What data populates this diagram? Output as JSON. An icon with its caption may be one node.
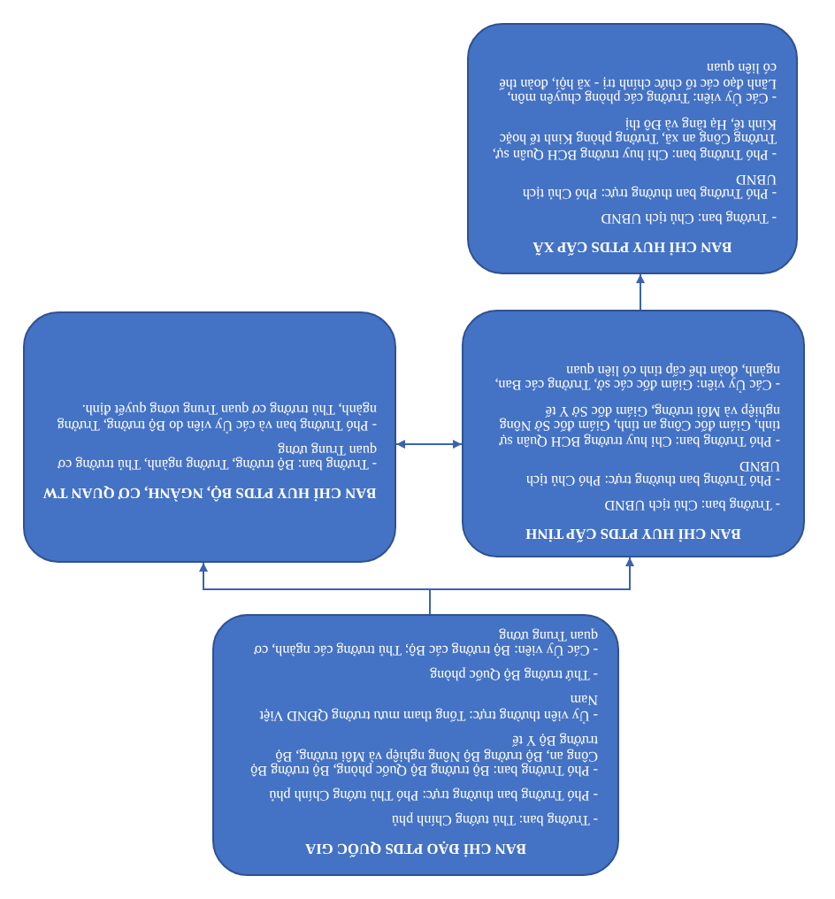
{
  "diagram": {
    "nodes": [
      {
        "text": [
          "BAN CHỈ ĐẠO PTDS QUỐC GIA",
          "- Trưởng ban: Thủ tướng Chính phủ",
          "- Phó Trưởng ban thường trực: Phó Thủ tướng Chính phủ",
          "- Phó Trưởng ban: Bộ trưởng Bộ Quốc phòng, Bộ trưởng Bộ Công an, Bộ trưởng Bộ Nông nghiệp và Môi trường, Bộ trưởng Bộ Y tế",
          "- Ủy viên thường trực: Tổng tham mưu trưởng QĐND Việt Nam",
          "- Thứ trưởng Bộ Quốc phòng",
          "- Các Ủy viên: Bộ trưởng các Bộ; Thủ trưởng các ngành, cơ quan Trung ương"
        ]
      },
      {
        "text": [
          "BAN CHỈ HUY PTDS CẤP TỈNH",
          "- Trưởng ban: Chủ tịch UBND",
          "- Phó Trưởng ban thường trực: Phó Chủ tịch UBND",
          "- Phó Trưởng ban: Chỉ huy trưởng BCH Quân sự tỉnh, Giám đốc Công an tỉnh, Giám đốc Sở Nông nghiệp và Môi trường, Giám đốc Sở Y tế",
          "- Các Ủy viên: Giám đốc các sở, Trưởng các Ban, ngành, đoàn thể cấp tỉnh có liên quan"
        ]
      },
      {
        "text": [
          "BAN CHỈ HUY PTDS BỘ, NGÀNH, CƠ QUAN TW",
          "- Trưởng ban: Bộ trưởng, Trưởng ngành, Thủ trưởng cơ quan Trung ương",
          "- Phó Trưởng ban và các Ủy viên do Bộ trưởng, Trưởng ngành, Thủ trưởng cơ quan Trung ương quyết định."
        ]
      },
      {
        "text": [
          "BAN CHỈ HUY PTDS CẤP XÃ",
          "- Trưởng ban: Chủ tịch UBND",
          "- Phó Trưởng ban thường trực: Phó Chủ tịch UBND",
          "- Phó Trưởng ban: Chỉ huy trưởng BCH Quân sự, Trưởng Công an xã, Trưởng phòng Kinh tế hoặc Kinh tế, Hạ tầng và Đô thị",
          "- Các Ủy viên: Trưởng các phòng chuyên môn, Lãnh đạo các tổ chức chính trị - xã hội, đoàn thể có liên quan"
        ]
      }
    ],
    "edges": [
      {
        "from": 0,
        "to": 1,
        "arrow": "to"
      },
      {
        "from": 0,
        "to": 2,
        "arrow": "to"
      },
      {
        "from": 1,
        "to": 2,
        "arrow": "both"
      },
      {
        "from": 1,
        "to": 3,
        "arrow": "to"
      }
    ]
  }
}
